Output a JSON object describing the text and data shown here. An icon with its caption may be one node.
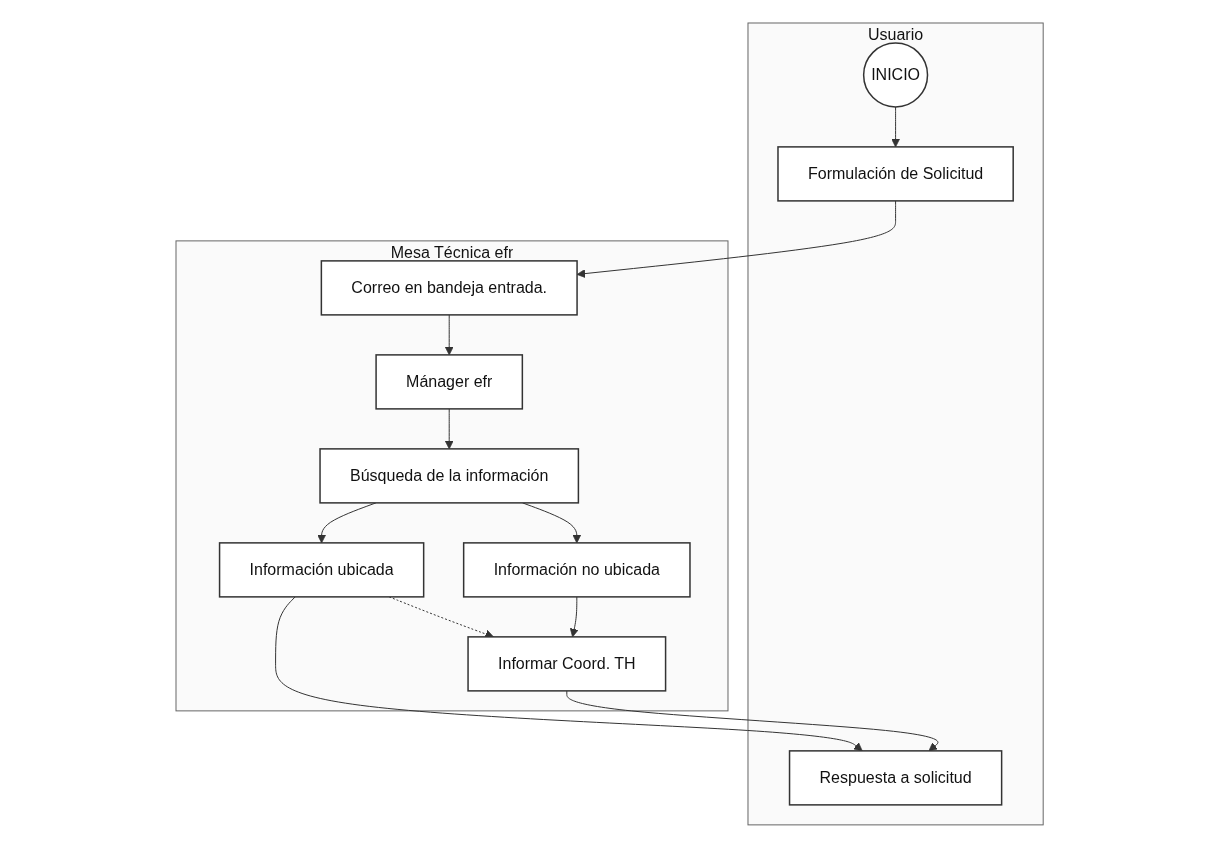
{
  "diagram": {
    "nodes": [
      {
        "text": [
          "Usuario"
        ]
      },
      {
        "text": [
          "INICIO"
        ],
        "in": 0
      },
      {
        "text": [
          "Formulación de Solicitud"
        ],
        "in": 0
      },
      {
        "text": [
          "Respuesta a solicitud"
        ],
        "in": 0
      },
      {
        "text": [
          "Mesa Técnica efr"
        ]
      },
      {
        "text": [
          "Correo en bandeja entrada."
        ],
        "in": 4
      },
      {
        "text": [
          "Mánager efr"
        ],
        "in": 4
      },
      {
        "text": [
          "Búsqueda de la información"
        ],
        "in": 4
      },
      {
        "text": [
          "Información ubicada"
        ],
        "in": 4
      },
      {
        "text": [
          "Información no ubicada"
        ],
        "in": 4
      },
      {
        "text": [
          "Informar Coord. TH"
        ],
        "in": 4
      }
    ],
    "edges": [
      {
        "from": 1,
        "to": 2,
        "arrow": "to"
      },
      {
        "from": 2,
        "to": 5,
        "arrow": "to"
      },
      {
        "from": 5,
        "to": 6,
        "arrow": "to"
      },
      {
        "from": 6,
        "to": 7,
        "arrow": "to"
      },
      {
        "from": 7,
        "to": 8,
        "arrow": "to"
      },
      {
        "from": 7,
        "to": 9,
        "arrow": "to"
      },
      {
        "from": 8,
        "to": 3,
        "arrow": "to"
      },
      {
        "from": 8,
        "to": 10,
        "arrow": "to",
        "style": "dashed"
      },
      {
        "from": 9,
        "to": 10,
        "arrow": "to"
      },
      {
        "from": 10,
        "to": 3,
        "arrow": "to"
      }
    ]
  }
}
